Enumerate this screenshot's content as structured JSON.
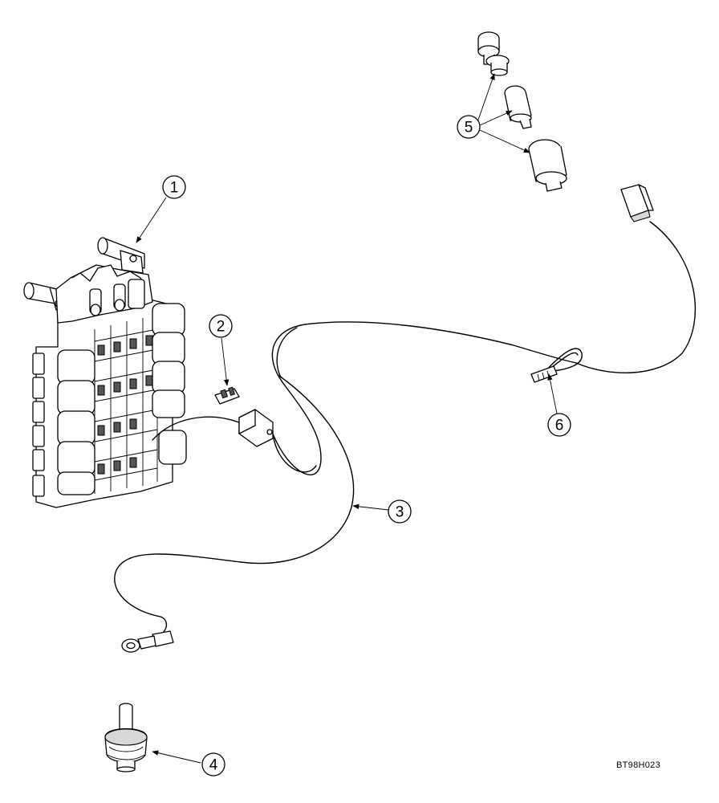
{
  "figure_id": "BT98H023",
  "callouts": [
    {
      "label": "1",
      "part": "fuse-relay-panel"
    },
    {
      "label": "2",
      "part": "fuse"
    },
    {
      "label": "3",
      "part": "wire-harness"
    },
    {
      "label": "4",
      "part": "switch"
    },
    {
      "label": "5",
      "part": "power-outlet"
    },
    {
      "label": "6",
      "part": "cable-tie"
    }
  ]
}
